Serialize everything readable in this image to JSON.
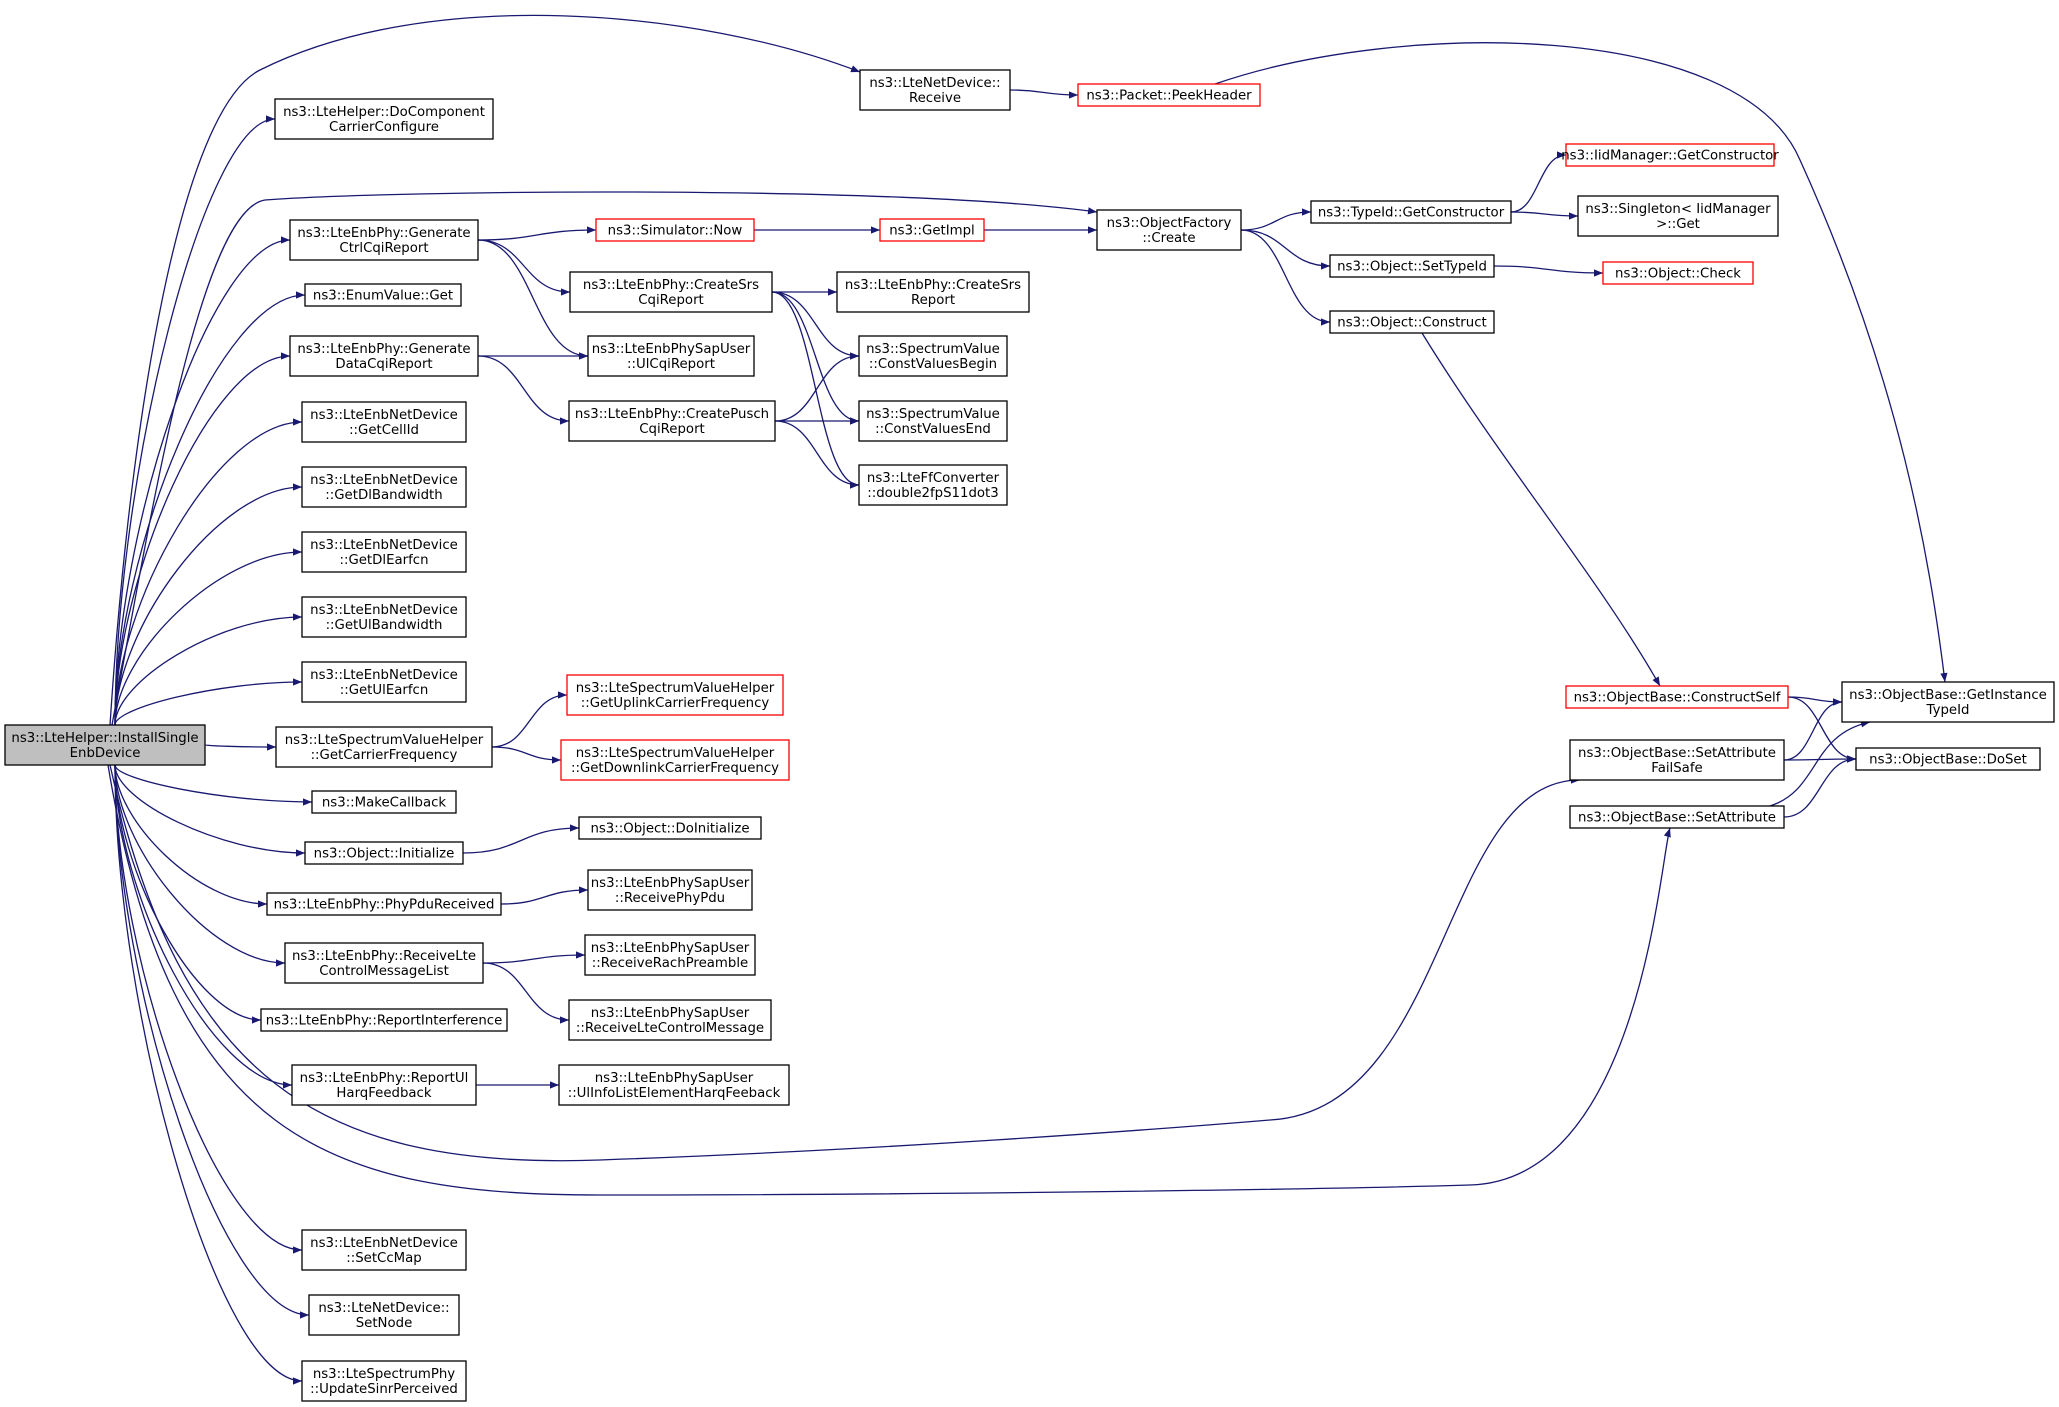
{
  "diagram": {
    "colors": {
      "edge": "#191970",
      "box_border": "#000000",
      "box_border_truncated": "#ff0000",
      "root_fill": "#bfbfbf"
    },
    "nodes": [
      {
        "id": "root",
        "lines": [
          "ns3::LteHelper::InstallSingle",
          "EnbDevice"
        ],
        "style": "root"
      },
      {
        "id": "dccc",
        "lines": [
          "ns3::LteHelper::DoComponent",
          "CarrierConfigure"
        ],
        "style": "normal"
      },
      {
        "id": "gen_ctrl",
        "lines": [
          "ns3::LteEnbPhy::Generate",
          "CtrlCqiReport"
        ],
        "style": "normal"
      },
      {
        "id": "enum_get",
        "lines": [
          "ns3::EnumValue::Get"
        ],
        "style": "normal"
      },
      {
        "id": "gen_data",
        "lines": [
          "ns3::LteEnbPhy::Generate",
          "DataCqiReport"
        ],
        "style": "normal"
      },
      {
        "id": "get_cellid",
        "lines": [
          "ns3::LteEnbNetDevice",
          "::GetCellId"
        ],
        "style": "normal"
      },
      {
        "id": "get_dlbw",
        "lines": [
          "ns3::LteEnbNetDevice",
          "::GetDlBandwidth"
        ],
        "style": "normal"
      },
      {
        "id": "get_dlearfcn",
        "lines": [
          "ns3::LteEnbNetDevice",
          "::GetDlEarfcn"
        ],
        "style": "normal"
      },
      {
        "id": "get_ulbw",
        "lines": [
          "ns3::LteEnbNetDevice",
          "::GetUlBandwidth"
        ],
        "style": "normal"
      },
      {
        "id": "get_ulearfcn",
        "lines": [
          "ns3::LteEnbNetDevice",
          "::GetUlEarfcn"
        ],
        "style": "normal"
      },
      {
        "id": "get_carrier",
        "lines": [
          "ns3::LteSpectrumValueHelper",
          "::GetCarrierFrequency"
        ],
        "style": "normal"
      },
      {
        "id": "make_cb",
        "lines": [
          "ns3::MakeCallback"
        ],
        "style": "normal"
      },
      {
        "id": "obj_init",
        "lines": [
          "ns3::Object::Initialize"
        ],
        "style": "normal"
      },
      {
        "id": "phy_pdu",
        "lines": [
          "ns3::LteEnbPhy::PhyPduReceived"
        ],
        "style": "normal"
      },
      {
        "id": "recv_lte",
        "lines": [
          "ns3::LteEnbPhy::ReceiveLte",
          "ControlMessageList"
        ],
        "style": "normal"
      },
      {
        "id": "report_int",
        "lines": [
          "ns3::LteEnbPhy::ReportInterference"
        ],
        "style": "normal"
      },
      {
        "id": "report_ul",
        "lines": [
          "ns3::LteEnbPhy::ReportUl",
          "HarqFeedback"
        ],
        "style": "normal"
      },
      {
        "id": "set_ccmap",
        "lines": [
          "ns3::LteEnbNetDevice",
          "::SetCcMap"
        ],
        "style": "normal"
      },
      {
        "id": "set_node",
        "lines": [
          "ns3::LteNetDevice::",
          "SetNode"
        ],
        "style": "normal"
      },
      {
        "id": "update_sinr",
        "lines": [
          "ns3::LteSpectrumPhy",
          "::UpdateSinrPerceived"
        ],
        "style": "normal"
      },
      {
        "id": "netdev_recv",
        "lines": [
          "ns3::LteNetDevice::",
          "Receive"
        ],
        "style": "normal"
      },
      {
        "id": "peek_header",
        "lines": [
          "ns3::Packet::PeekHeader"
        ],
        "style": "red"
      },
      {
        "id": "sim_now",
        "lines": [
          "ns3::Simulator::Now"
        ],
        "style": "red"
      },
      {
        "id": "get_impl",
        "lines": [
          "ns3::GetImpl"
        ],
        "style": "red"
      },
      {
        "id": "create_srs",
        "lines": [
          "ns3::LteEnbPhy::CreateSrs",
          "CqiReport"
        ],
        "style": "normal"
      },
      {
        "id": "ul_cqi",
        "lines": [
          "ns3::LteEnbPhySapUser",
          "::UlCqiReport"
        ],
        "style": "normal"
      },
      {
        "id": "create_pusch",
        "lines": [
          "ns3::LteEnbPhy::CreatePusch",
          "CqiReport"
        ],
        "style": "normal"
      },
      {
        "id": "create_srs_report",
        "lines": [
          "ns3::LteEnbPhy::CreateSrs",
          "Report"
        ],
        "style": "normal"
      },
      {
        "id": "cv_begin",
        "lines": [
          "ns3::SpectrumValue",
          "::ConstValuesBegin"
        ],
        "style": "normal"
      },
      {
        "id": "cv_end",
        "lines": [
          "ns3::SpectrumValue",
          "::ConstValuesEnd"
        ],
        "style": "normal"
      },
      {
        "id": "ff_conv",
        "lines": [
          "ns3::LteFfConverter",
          "::double2fpS11dot3"
        ],
        "style": "normal"
      },
      {
        "id": "get_uplink",
        "lines": [
          "ns3::LteSpectrumValueHelper",
          "::GetUplinkCarrierFrequency"
        ],
        "style": "red"
      },
      {
        "id": "get_downlink",
        "lines": [
          "ns3::LteSpectrumValueHelper",
          "::GetDownlinkCarrierFrequency"
        ],
        "style": "red"
      },
      {
        "id": "do_init",
        "lines": [
          "ns3::Object::DoInitialize"
        ],
        "style": "normal"
      },
      {
        "id": "recv_phy_pdu",
        "lines": [
          "ns3::LteEnbPhySapUser",
          "::ReceivePhyPdu"
        ],
        "style": "normal"
      },
      {
        "id": "recv_rach",
        "lines": [
          "ns3::LteEnbPhySapUser",
          "::ReceiveRachPreamble"
        ],
        "style": "normal"
      },
      {
        "id": "recv_ctrl",
        "lines": [
          "ns3::LteEnbPhySapUser",
          "::ReceiveLteControlMessage"
        ],
        "style": "normal"
      },
      {
        "id": "ul_info",
        "lines": [
          "ns3::LteEnbPhySapUser",
          "::UlInfoListElementHarqFeeback"
        ],
        "style": "normal"
      },
      {
        "id": "obj_factory",
        "lines": [
          "ns3::ObjectFactory",
          "::Create"
        ],
        "style": "normal"
      },
      {
        "id": "typeid_getc",
        "lines": [
          "ns3::TypeId::GetConstructor"
        ],
        "style": "normal"
      },
      {
        "id": "iid_getc",
        "lines": [
          "ns3::IidManager::GetConstructor"
        ],
        "style": "red"
      },
      {
        "id": "singleton_get",
        "lines": [
          "ns3::Singleton< IidManager",
          ">::Get"
        ],
        "style": "normal"
      },
      {
        "id": "obj_settypeid",
        "lines": [
          "ns3::Object::SetTypeId"
        ],
        "style": "normal"
      },
      {
        "id": "obj_check",
        "lines": [
          "ns3::Object::Check"
        ],
        "style": "red"
      },
      {
        "id": "obj_construct",
        "lines": [
          "ns3::Object::Construct"
        ],
        "style": "normal"
      },
      {
        "id": "ob_constructself",
        "lines": [
          "ns3::ObjectBase::ConstructSelf"
        ],
        "style": "red"
      },
      {
        "id": "ob_getinst",
        "lines": [
          "ns3::ObjectBase::GetInstance",
          "TypeId"
        ],
        "style": "normal"
      },
      {
        "id": "ob_setattr_fs",
        "lines": [
          "ns3::ObjectBase::SetAttribute",
          "FailSafe"
        ],
        "style": "normal"
      },
      {
        "id": "ob_doset",
        "lines": [
          "ns3::ObjectBase::DoSet"
        ],
        "style": "normal"
      },
      {
        "id": "ob_setattr",
        "lines": [
          "ns3::ObjectBase::SetAttribute"
        ],
        "style": "normal"
      }
    ],
    "edges": [
      [
        "root",
        "netdev_recv"
      ],
      [
        "root",
        "dccc"
      ],
      [
        "root",
        "obj_factory"
      ],
      [
        "root",
        "gen_ctrl"
      ],
      [
        "root",
        "enum_get"
      ],
      [
        "root",
        "gen_data"
      ],
      [
        "root",
        "get_cellid"
      ],
      [
        "root",
        "get_dlbw"
      ],
      [
        "root",
        "get_dlearfcn"
      ],
      [
        "root",
        "get_ulbw"
      ],
      [
        "root",
        "get_ulearfcn"
      ],
      [
        "root",
        "get_carrier"
      ],
      [
        "root",
        "make_cb"
      ],
      [
        "root",
        "obj_init"
      ],
      [
        "root",
        "phy_pdu"
      ],
      [
        "root",
        "recv_lte"
      ],
      [
        "root",
        "report_int"
      ],
      [
        "root",
        "report_ul"
      ],
      [
        "root",
        "ob_setattr_fs"
      ],
      [
        "root",
        "ob_setattr"
      ],
      [
        "root",
        "set_ccmap"
      ],
      [
        "root",
        "set_node"
      ],
      [
        "root",
        "update_sinr"
      ],
      [
        "netdev_recv",
        "peek_header"
      ],
      [
        "peek_header",
        "ob_getinst"
      ],
      [
        "gen_ctrl",
        "sim_now"
      ],
      [
        "gen_ctrl",
        "create_srs"
      ],
      [
        "gen_ctrl",
        "ul_cqi"
      ],
      [
        "sim_now",
        "get_impl"
      ],
      [
        "get_impl",
        "obj_factory"
      ],
      [
        "create_srs",
        "create_srs_report"
      ],
      [
        "create_srs",
        "cv_begin"
      ],
      [
        "create_srs",
        "cv_end"
      ],
      [
        "create_srs",
        "ff_conv"
      ],
      [
        "gen_data",
        "ul_cqi"
      ],
      [
        "gen_data",
        "create_pusch"
      ],
      [
        "create_pusch",
        "cv_begin"
      ],
      [
        "create_pusch",
        "cv_end"
      ],
      [
        "create_pusch",
        "ff_conv"
      ],
      [
        "get_carrier",
        "get_uplink"
      ],
      [
        "get_carrier",
        "get_downlink"
      ],
      [
        "obj_init",
        "do_init"
      ],
      [
        "phy_pdu",
        "recv_phy_pdu"
      ],
      [
        "recv_lte",
        "recv_rach"
      ],
      [
        "recv_lte",
        "recv_ctrl"
      ],
      [
        "report_ul",
        "ul_info"
      ],
      [
        "obj_factory",
        "typeid_getc"
      ],
      [
        "obj_factory",
        "obj_settypeid"
      ],
      [
        "obj_factory",
        "obj_construct"
      ],
      [
        "typeid_getc",
        "iid_getc"
      ],
      [
        "typeid_getc",
        "singleton_get"
      ],
      [
        "obj_settypeid",
        "obj_check"
      ],
      [
        "obj_construct",
        "ob_constructself"
      ],
      [
        "ob_constructself",
        "ob_getinst"
      ],
      [
        "ob_constructself",
        "ob_doset"
      ],
      [
        "ob_setattr_fs",
        "ob_getinst"
      ],
      [
        "ob_setattr_fs",
        "ob_doset"
      ],
      [
        "ob_setattr",
        "ob_getinst"
      ],
      [
        "ob_setattr",
        "ob_doset"
      ]
    ]
  }
}
